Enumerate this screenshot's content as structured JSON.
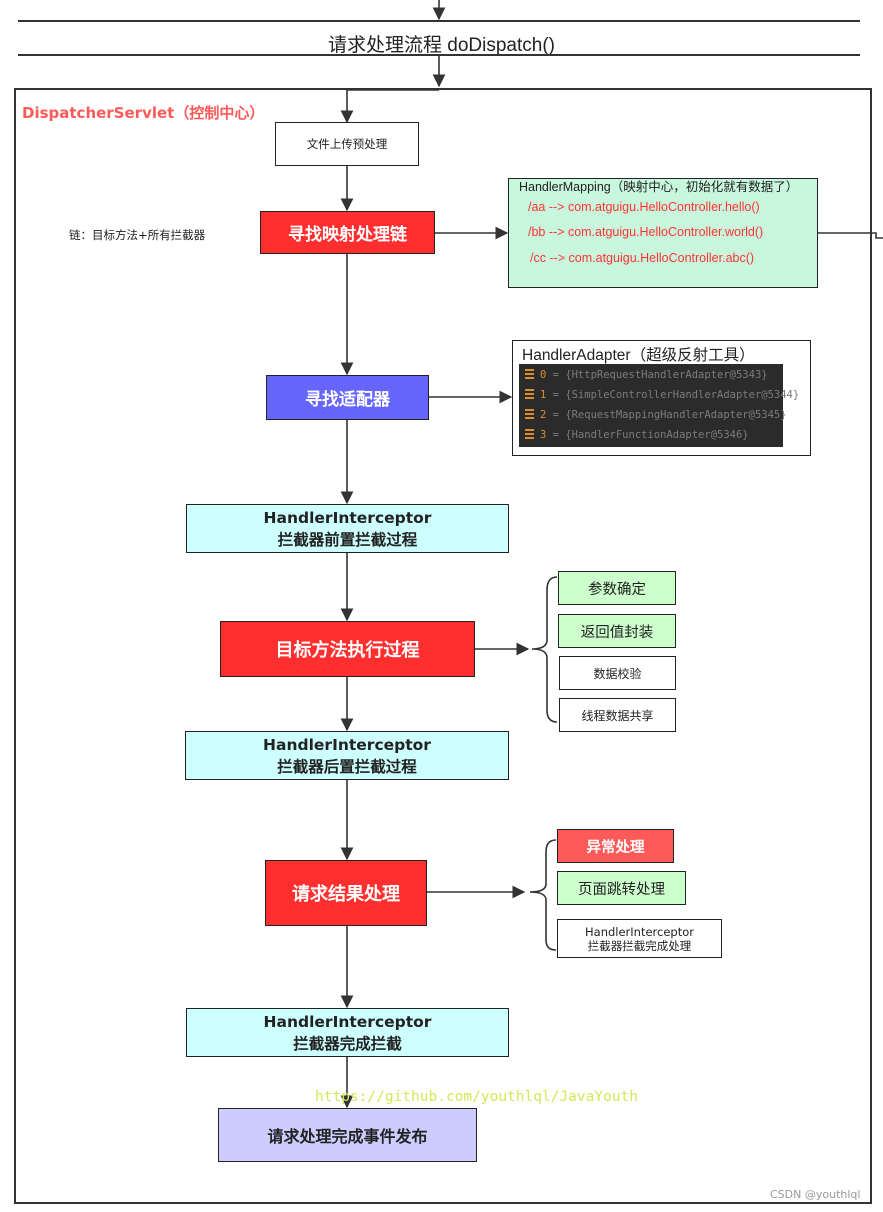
{
  "header": {
    "title": "请求处理流程 doDispatch()"
  },
  "container": {
    "title": "DispatcherServlet（控制中心）"
  },
  "side_note": "链：目标方法+所有拦截器",
  "steps": {
    "upload": "文件上传预处理",
    "find_chain": "寻找映射处理链",
    "find_adapter": "寻找适配器",
    "pre_intercept": {
      "line1": "HandlerInterceptor",
      "line2": "拦截器前置拦截过程"
    },
    "execute": "目标方法执行过程",
    "post_intercept": {
      "line1": "HandlerInterceptor",
      "line2": "拦截器后置拦截过程"
    },
    "result": "请求结果处理",
    "after_complete": {
      "line1": "HandlerInterceptor",
      "line2": "拦截器完成拦截"
    },
    "publish": "请求处理完成事件发布"
  },
  "mapping": {
    "title": "HandlerMapping（映射中心，初始化就有数据了）",
    "rows": [
      "/aa --> com.atguigu.HelloController.hello()",
      "/bb --> com.atguigu.HelloController.world()",
      "/cc --> com.atguigu.HelloController.abc()"
    ]
  },
  "adapter": {
    "title": "HandlerAdapter（超级反射工具）",
    "rows": [
      {
        "idx": "0",
        "text": " = {HttpRequestHandlerAdapter@5343}"
      },
      {
        "idx": "1",
        "text": " = {SimpleControllerHandlerAdapter@5344}"
      },
      {
        "idx": "2",
        "text": " = {RequestMappingHandlerAdapter@5345}"
      },
      {
        "idx": "3",
        "text": " = {HandlerFunctionAdapter@5346}"
      }
    ]
  },
  "execute_details": [
    "参数确定",
    "返回值封装",
    "数据校验",
    "线程数据共享"
  ],
  "result_details": [
    "异常处理",
    "页面跳转处理"
  ],
  "result_detail_complete": {
    "line1": "HandlerInterceptor",
    "line2": "拦截器拦截完成处理"
  },
  "watermark": "https://github.com/youthlql/JavaYouth",
  "credit": "CSDN @youthlql",
  "colors": {
    "step_red": "#ff2f2f",
    "interceptor_cyan": "#ccfffe",
    "detail_green": "#ccffcc",
    "mapping_mint": "#c9f7de",
    "adapter_blue": "#6666ff",
    "publish_lavender": "#ccccff",
    "container_title_red": "#ff5a5a",
    "watermark_yellow": "#d4e85a"
  }
}
